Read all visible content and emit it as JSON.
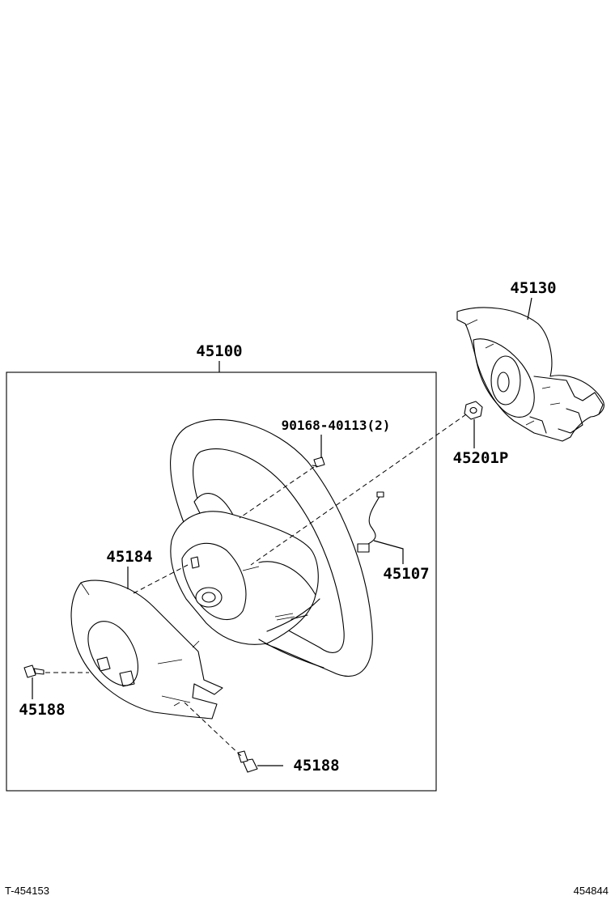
{
  "parts": {
    "steering_wheel_assy": "45100",
    "airbag_assy": "45130",
    "screw": "90168-40113(2)",
    "nut": "45201P",
    "wire": "45107",
    "lower_cover": "45184",
    "cover_screw_left": "45188",
    "cover_screw_bottom": "45188"
  },
  "footer": {
    "left_code": "T-454153",
    "right_code": "454844"
  }
}
